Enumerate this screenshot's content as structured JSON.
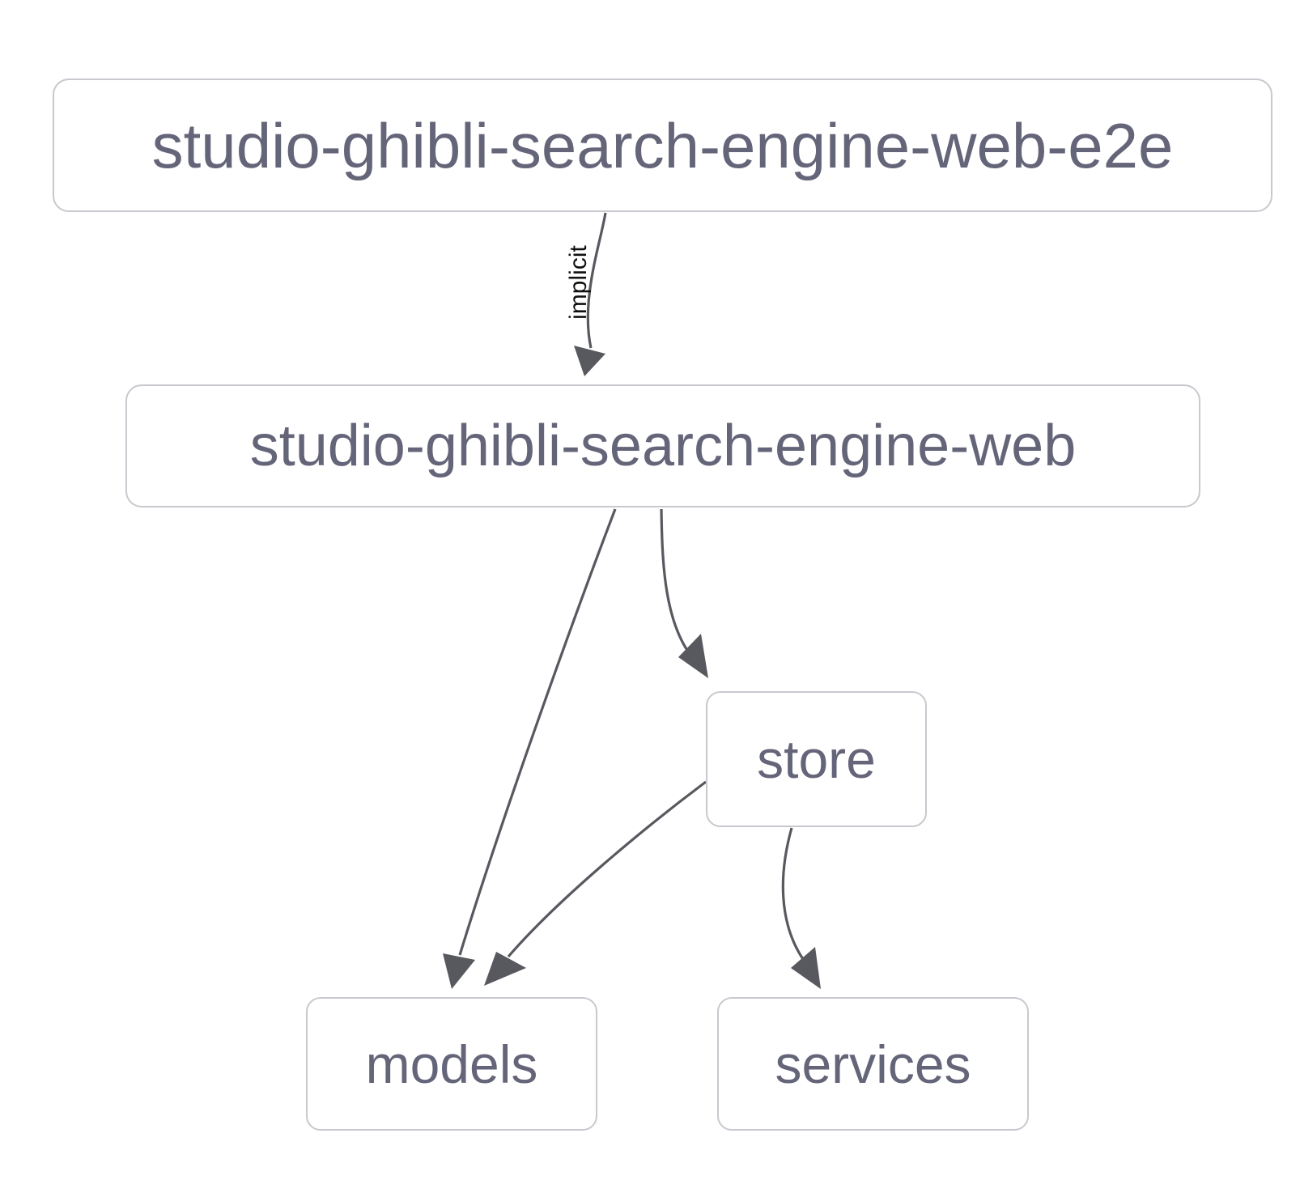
{
  "diagram": {
    "type": "dependency-graph",
    "title": "",
    "background_color": "#ffffff",
    "node_border_color": "#c8c8cf",
    "node_text_color": "#65657a",
    "edge_color": "#58585f",
    "edge_label_color": "#101010",
    "nodes": [
      {
        "id": "e2e",
        "label": "studio-ghibli-search-engine-web-e2e"
      },
      {
        "id": "web",
        "label": "studio-ghibli-search-engine-web"
      },
      {
        "id": "store",
        "label": "store"
      },
      {
        "id": "models",
        "label": "models"
      },
      {
        "id": "services",
        "label": "services"
      }
    ],
    "edges": [
      {
        "from": "e2e",
        "to": "web",
        "label": "implicit"
      },
      {
        "from": "web",
        "to": "models",
        "label": ""
      },
      {
        "from": "web",
        "to": "store",
        "label": ""
      },
      {
        "from": "store",
        "to": "models",
        "label": ""
      },
      {
        "from": "store",
        "to": "services",
        "label": ""
      }
    ]
  }
}
